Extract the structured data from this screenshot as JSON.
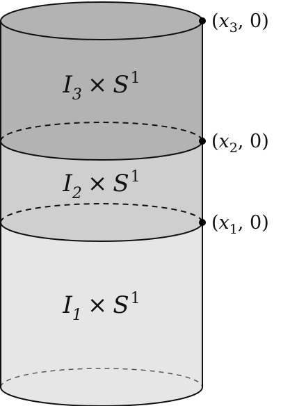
{
  "diagram": {
    "regions": [
      {
        "id": "I1",
        "label": {
          "base": "I",
          "sub": "1",
          "times": "×",
          "space": "S",
          "sup": "1"
        },
        "fill": "#e6e6e6"
      },
      {
        "id": "I2",
        "label": {
          "base": "I",
          "sub": "2",
          "times": "×",
          "space": "S",
          "sup": "1"
        },
        "fill": "#cfcfcf"
      },
      {
        "id": "I3",
        "label": {
          "base": "I",
          "sub": "3",
          "times": "×",
          "space": "S",
          "sup": "1"
        },
        "fill": "#b3b3b3"
      }
    ],
    "points": [
      {
        "id": "x1",
        "label": {
          "open": "(",
          "var": "x",
          "sub": "1",
          "rest": ", 0)"
        }
      },
      {
        "id": "x2",
        "label": {
          "open": "(",
          "var": "x",
          "sub": "2",
          "rest": ", 0)"
        }
      },
      {
        "id": "x3",
        "label": {
          "open": "(",
          "var": "x",
          "sub": "3",
          "rest": ", 0)"
        }
      }
    ],
    "colors": {
      "outline": "#111111",
      "hidden_edge": "#111111",
      "top_cap": "#b3b3b3",
      "point_dot": "#000000"
    }
  }
}
